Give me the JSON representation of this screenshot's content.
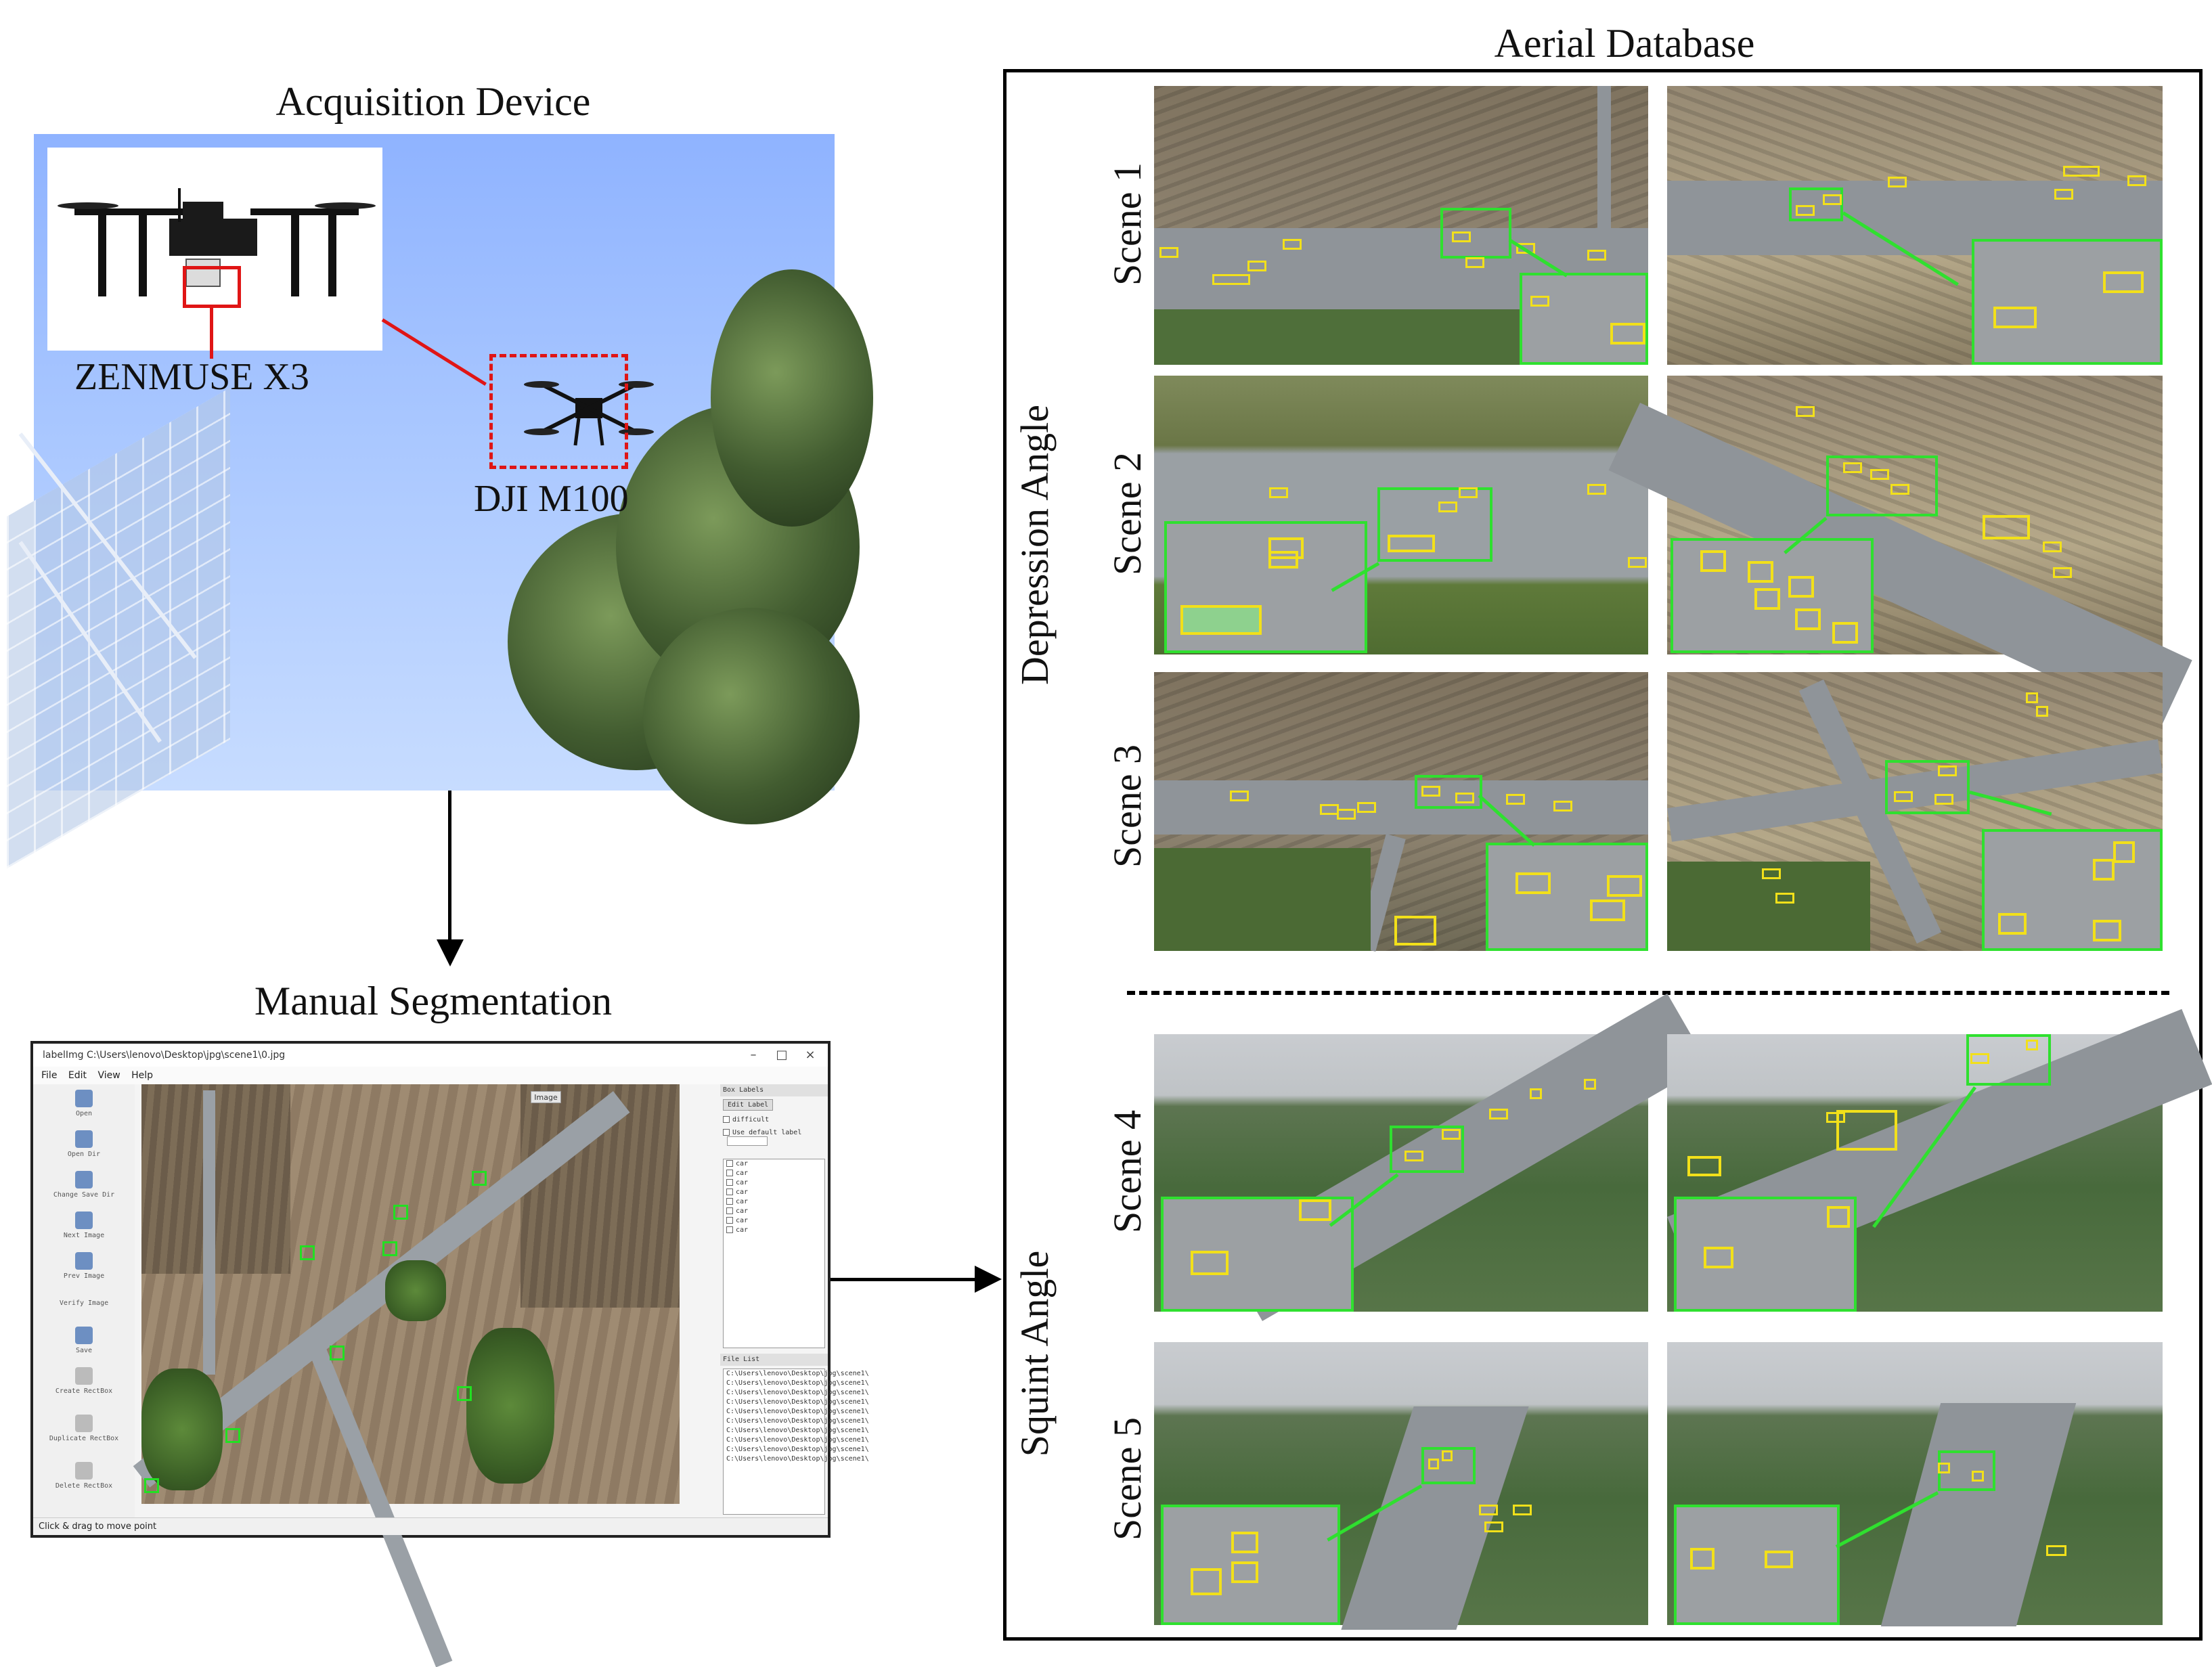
{
  "titles": {
    "acquisition": "Acquisition Device",
    "manual": "Manual Segmentation",
    "database": "Aerial Database"
  },
  "labels": {
    "camera": "ZENMUSE X3",
    "drone": "DJI M100"
  },
  "angles": {
    "depression": "Depression Angle",
    "squint": "Squint Angle"
  },
  "scenes": [
    "Scene 1",
    "Scene 2",
    "Scene 3",
    "Scene 4",
    "Scene 5"
  ],
  "labelimg": {
    "window_title": "labelImg C:\\Users\\lenovo\\Desktop\\jpg\\scene1\\0.jpg",
    "menu": [
      "File",
      "Edit",
      "View",
      "Help"
    ],
    "tools": [
      "Open",
      "Open Dir",
      "Change Save Dir",
      "Next Image",
      "Prev Image",
      "Verify Image",
      "Save",
      "Create RectBox",
      "Duplicate RectBox",
      "Delete RectBox"
    ],
    "image_tag": "Image",
    "box_labels_header": "Box Labels",
    "edit_label": "Edit Label",
    "difficult": "difficult",
    "use_default_label": "Use default label",
    "labels": [
      "car",
      "car",
      "car",
      "car",
      "car",
      "car",
      "car",
      "car"
    ],
    "file_list_header": "File List",
    "files": [
      "C:\\Users\\lenovo\\Desktop\\jpg\\scene1\\",
      "C:\\Users\\lenovo\\Desktop\\jpg\\scene1\\",
      "C:\\Users\\lenovo\\Desktop\\jpg\\scene1\\",
      "C:\\Users\\lenovo\\Desktop\\jpg\\scene1\\",
      "C:\\Users\\lenovo\\Desktop\\jpg\\scene1\\",
      "C:\\Users\\lenovo\\Desktop\\jpg\\scene1\\",
      "C:\\Users\\lenovo\\Desktop\\jpg\\scene1\\",
      "C:\\Users\\lenovo\\Desktop\\jpg\\scene1\\",
      "C:\\Users\\lenovo\\Desktop\\jpg\\scene1\\",
      "C:\\Users\\lenovo\\Desktop\\jpg\\scene1\\"
    ],
    "status": "Click & drag to move point"
  },
  "colors": {
    "annotation_green": "#2fe02f",
    "annotation_yellow": "#f2e01a",
    "highlight_red": "#e01515"
  }
}
